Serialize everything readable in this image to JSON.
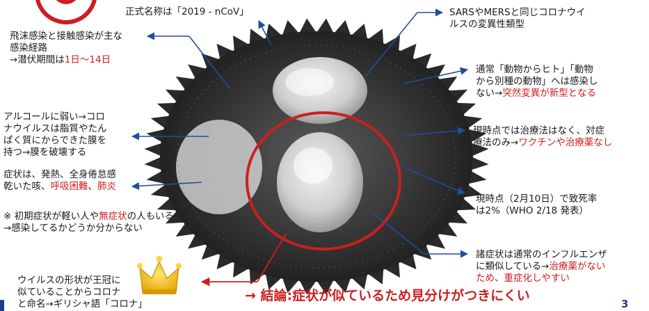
{
  "notes": {
    "official_name": "正式名称は「2019 - nCoV」",
    "sars_mers": [
      "SARSやMERSと同じコロナウイ",
      "ルスの変異性類型"
    ],
    "transmission": {
      "lines": [
        "飛沫感染と接触感染が主な",
        "感染経路"
      ],
      "incubation_prefix": "→潜伏期間は",
      "incubation_value": "1日〜14日"
    },
    "mutation": {
      "lines": [
        "通常「動物からヒト」「動物",
        "から別種の動物」へは感染し"
      ],
      "last_prefix": "ない→",
      "last_red": "突然変異が新型となる"
    },
    "alcohol": [
      "アルコールに弱い→コロ",
      "ナウイルスは脂質やたん",
      "ぱく質にからできた膜を",
      "持つ→膜を破壊する"
    ],
    "treatment": {
      "line1": "現時点では治療法はなく、対症",
      "line2_prefix": "療法のみ→",
      "line2_red": "ワクチンや治療薬なし"
    },
    "symptoms": {
      "line1": "症状は、発熱、全身倦怠感",
      "line2_prefix": "乾いた咳、",
      "line2_red1": "呼吸困難",
      "line2_sep": "、",
      "line2_red2": "肺炎"
    },
    "asymptomatic": {
      "line1_prefix": "※ 初期症状が軽い人や",
      "line1_red": "無症状",
      "line1_suffix": "の人もいる",
      "line2": "→感染してるかどうか分からない"
    },
    "fatality": [
      "現時点（2月10日）で致死率",
      "は2%（WHO 2/18 発表）"
    ],
    "influenza": {
      "line1": "諸症状は通常のインフルエンザ",
      "line2_prefix": "に類似している→",
      "line2_red": "治療薬がない",
      "line3_red": "ため、重症化しやすい"
    },
    "crown": [
      "ウイルスの形状が王冠に",
      "似ていることからコロナ",
      "と命名→ギリシャ語「コロナ」"
    ]
  },
  "conclusion": "→ 結論:症状が似ているため見分けがつきにくい",
  "page_number": "3",
  "colors": {
    "accent_red": "#cc1f1f",
    "arrow_blue": "#1f4e9a",
    "page_number_blue": "#1c3f8a",
    "virus_dark": "#2a2a2a"
  }
}
